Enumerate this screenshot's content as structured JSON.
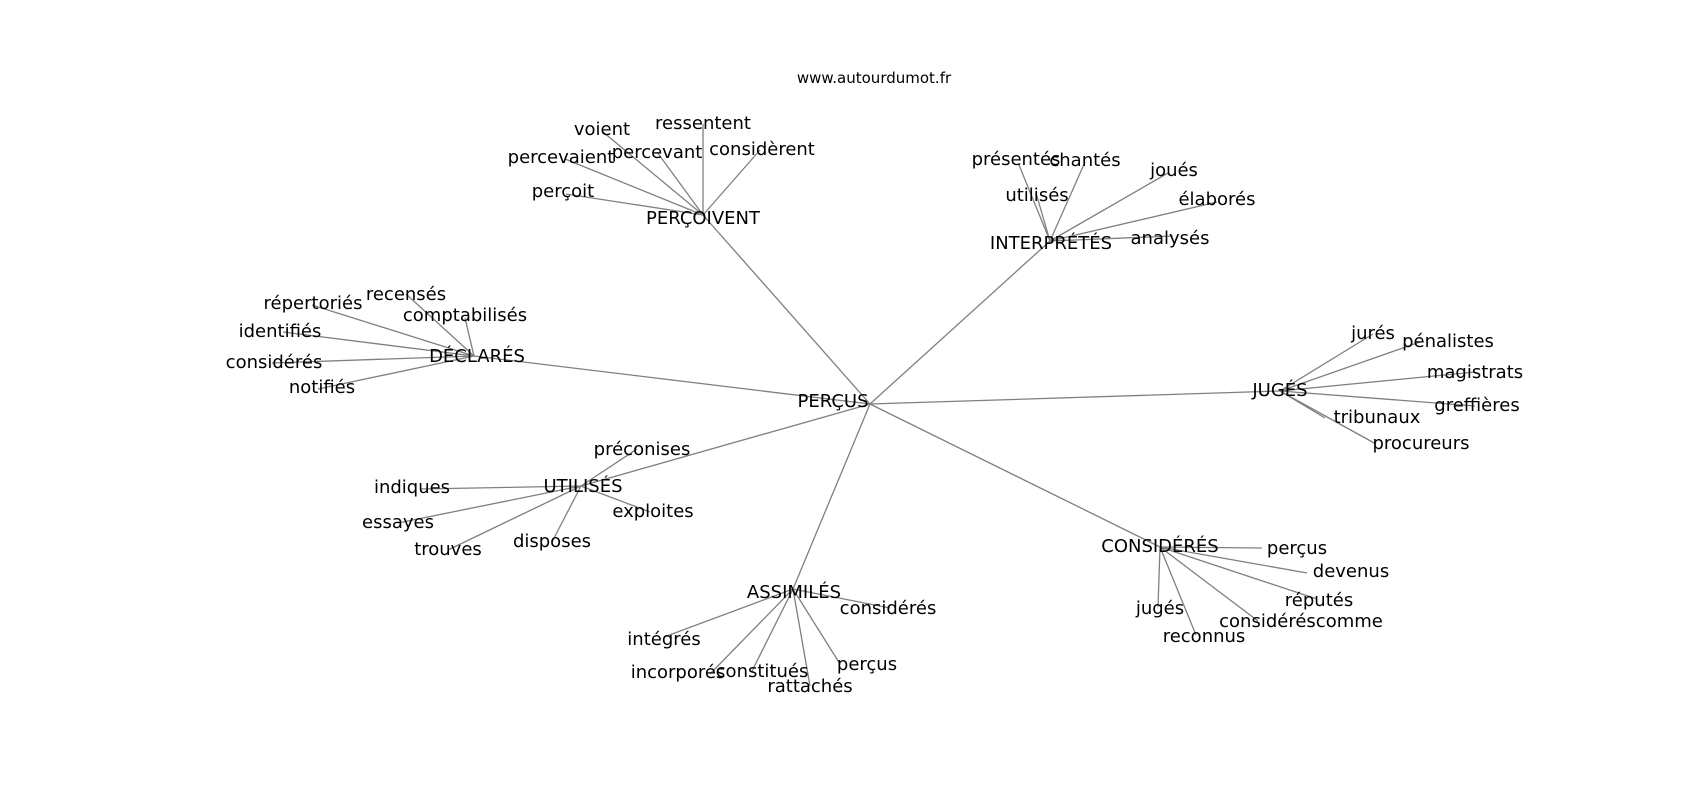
{
  "site": "www.autourdumot.fr",
  "root": "PERÇUS",
  "groups": [
    {
      "hub": "PERÇOIVENT",
      "leaves": [
        "ressentent",
        "voient",
        "considèrent",
        "percevant",
        "percevaient",
        "perçoit"
      ]
    },
    {
      "hub": "INTERPRÉTÉS",
      "leaves": [
        "présentés",
        "chantés",
        "joués",
        "utilisés",
        "élaborés",
        "analysés"
      ]
    },
    {
      "hub": "DÉCLARÉS",
      "leaves": [
        "recensés",
        "répertoriés",
        "comptabilisés",
        "identifiés",
        "considérés",
        "notifiés"
      ]
    },
    {
      "hub": "JUGÉS",
      "leaves": [
        "jurés",
        "pénalistes",
        "magistrats",
        "greffières",
        "tribunaux",
        "procureurs"
      ]
    },
    {
      "hub": "UTILISÉS",
      "leaves": [
        "préconises",
        "indiques",
        "exploites",
        "essayes",
        "disposes",
        "trouves"
      ]
    },
    {
      "hub": "CONSIDÉRÉS",
      "leaves": [
        "perçus",
        "devenus",
        "réputés",
        "jugés",
        "considéréscomme",
        "reconnus"
      ]
    },
    {
      "hub": "ASSIMILÉS",
      "leaves": [
        "considérés",
        "intégrés",
        "perçus",
        "incorporés",
        "constitués",
        "rattachés"
      ]
    }
  ]
}
